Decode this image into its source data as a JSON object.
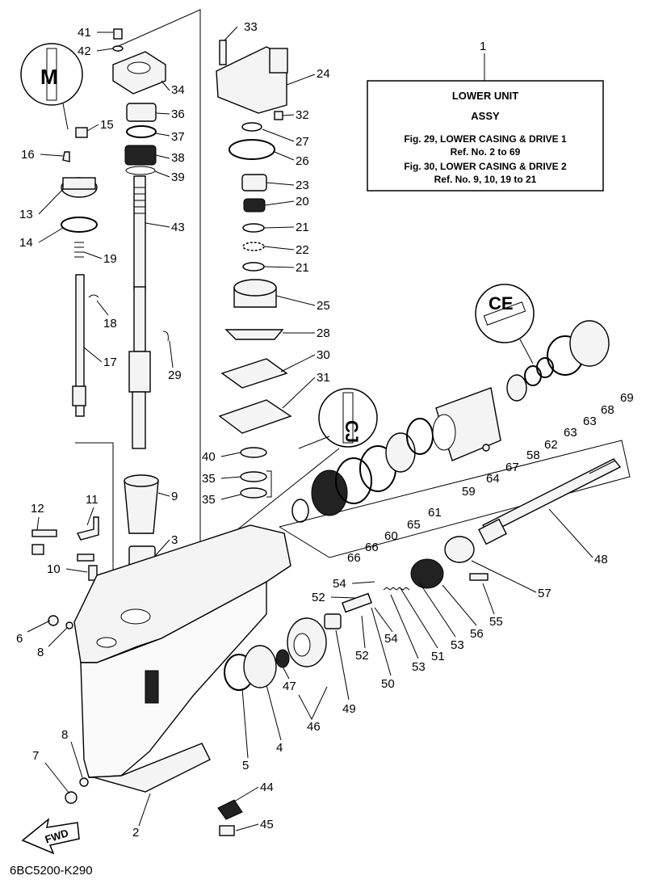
{
  "title_box": {
    "ref": "1",
    "line1": "LOWER UNIT",
    "line2": "ASSY",
    "line3": "Fig. 29, LOWER CASING & DRIVE 1",
    "line4": "Ref. No. 2 to 69",
    "line5": "Fig. 30, LOWER CASING & DRIVE 2",
    "line6": "Ref. No. 9, 10, 19 to 21"
  },
  "footer_code": "6BC5200-K290",
  "fwd_label": "FWD",
  "callouts": [
    "41",
    "42",
    "33",
    "24",
    "34",
    "32",
    "36",
    "27",
    "37",
    "26",
    "38",
    "39",
    "23",
    "20",
    "21",
    "22",
    "21",
    "15",
    "16",
    "13",
    "14",
    "43",
    "19",
    "25",
    "18",
    "28",
    "17",
    "29",
    "30",
    "31",
    "40",
    "35",
    "35",
    "9",
    "3",
    "11",
    "12",
    "10",
    "6",
    "8",
    "8",
    "7",
    "2",
    "44",
    "45",
    "5",
    "4",
    "47",
    "46",
    "49",
    "52",
    "54",
    "52",
    "54",
    "50",
    "53",
    "51",
    "53",
    "56",
    "55",
    "57",
    "48",
    "66",
    "60",
    "66",
    "65",
    "61",
    "59",
    "64",
    "67",
    "58",
    "62",
    "63",
    "63",
    "68",
    "69"
  ],
  "sealant_icons": {
    "top_left": "M",
    "middle": "CJ",
    "right": "CE"
  }
}
